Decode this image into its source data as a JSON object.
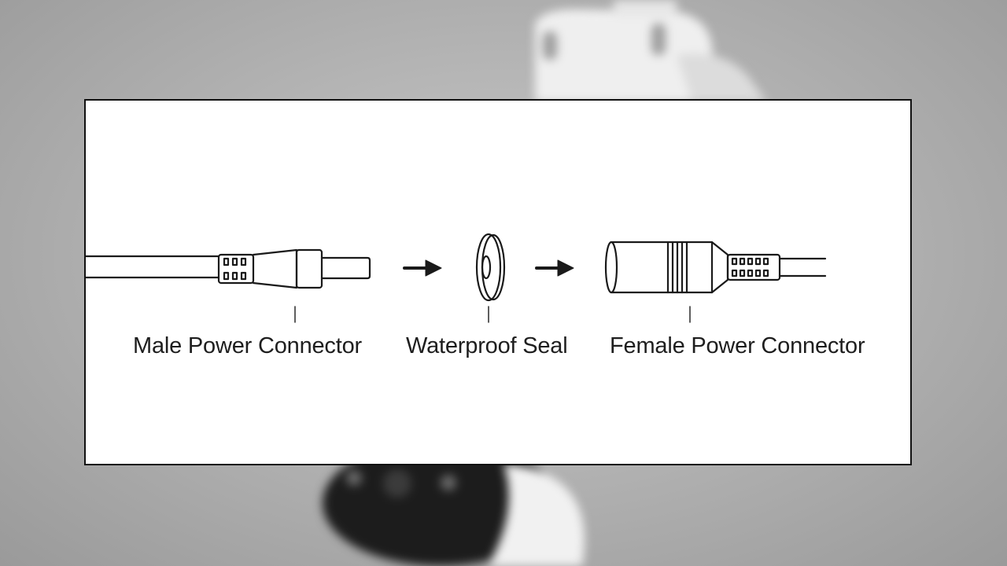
{
  "diagram": {
    "labels": {
      "male": "Male Power Connector",
      "seal": "Waterproof Seal",
      "female": "Female Power Connector"
    },
    "colors": {
      "line": "#1a1a1a",
      "panel": "#ffffff",
      "backdrop": "#b4b4b4"
    }
  }
}
